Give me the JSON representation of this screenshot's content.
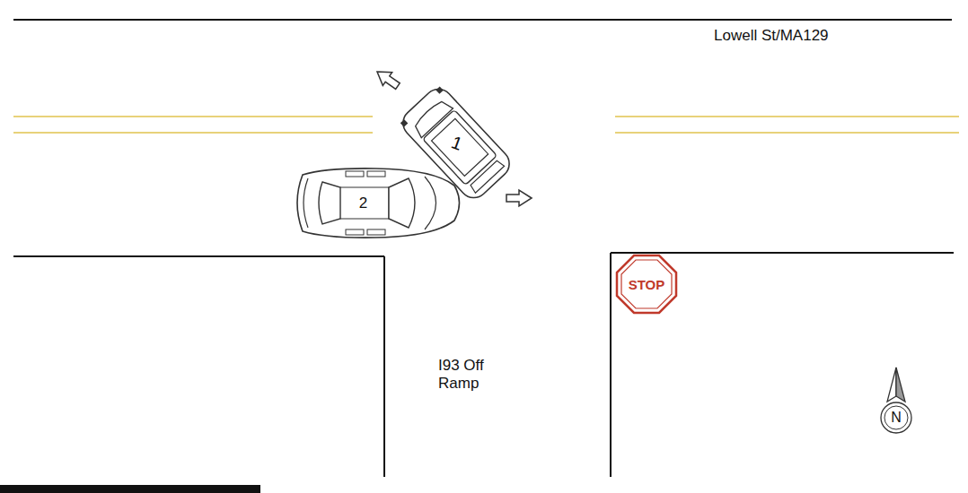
{
  "diagram": {
    "nodes": [
      {
        "text": [
          "1"
        ]
      },
      {
        "text": [
          "2"
        ]
      },
      {
        "text": [
          "STOP"
        ]
      },
      {
        "text": [
          "N"
        ]
      }
    ],
    "labels": [
      "Lowell St/MA129",
      "I93 Off Ramp"
    ]
  }
}
